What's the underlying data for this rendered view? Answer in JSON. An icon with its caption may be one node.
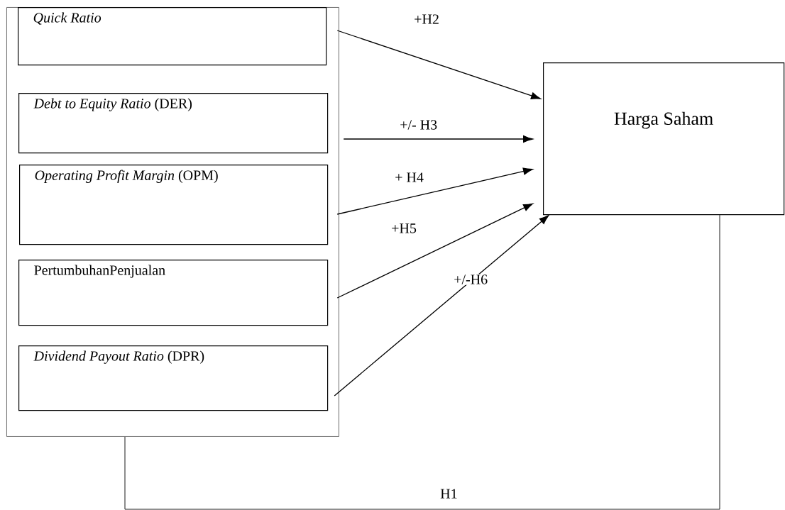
{
  "diagram": {
    "nodes": [
      {
        "text": [],
        "shape": "box"
      },
      {
        "text": [
          "Quick Ratio"
        ],
        "in": 0
      },
      {
        "text": [
          "*Debt to Equity Ratio* (DER)"
        ],
        "in": 0
      },
      {
        "text": [
          "*Operating Profit Margin* (OPM)"
        ],
        "in": 0
      },
      {
        "text": [
          "PertumbuhanPenjualan"
        ],
        "in": 0
      },
      {
        "text": [
          "*Dividend Payout Ratio* (DPR)"
        ],
        "in": 0
      },
      {
        "text": [
          "Harga Saham"
        ]
      }
    ],
    "edges": [
      {
        "from": 1,
        "to": 6,
        "arrow": "to",
        "label": "+H2"
      },
      {
        "from": 2,
        "to": 6,
        "arrow": "to",
        "label": "+/-  H3"
      },
      {
        "from": 3,
        "to": 6,
        "arrow": "to",
        "label": "+ H4"
      },
      {
        "from": 4,
        "to": 6,
        "arrow": "to",
        "label": "+H5"
      },
      {
        "from": 5,
        "to": 6,
        "arrow": "to",
        "label": "+/-H6"
      },
      {
        "from": 0,
        "to": 6,
        "arrow": "none",
        "label": "H1"
      }
    ]
  }
}
